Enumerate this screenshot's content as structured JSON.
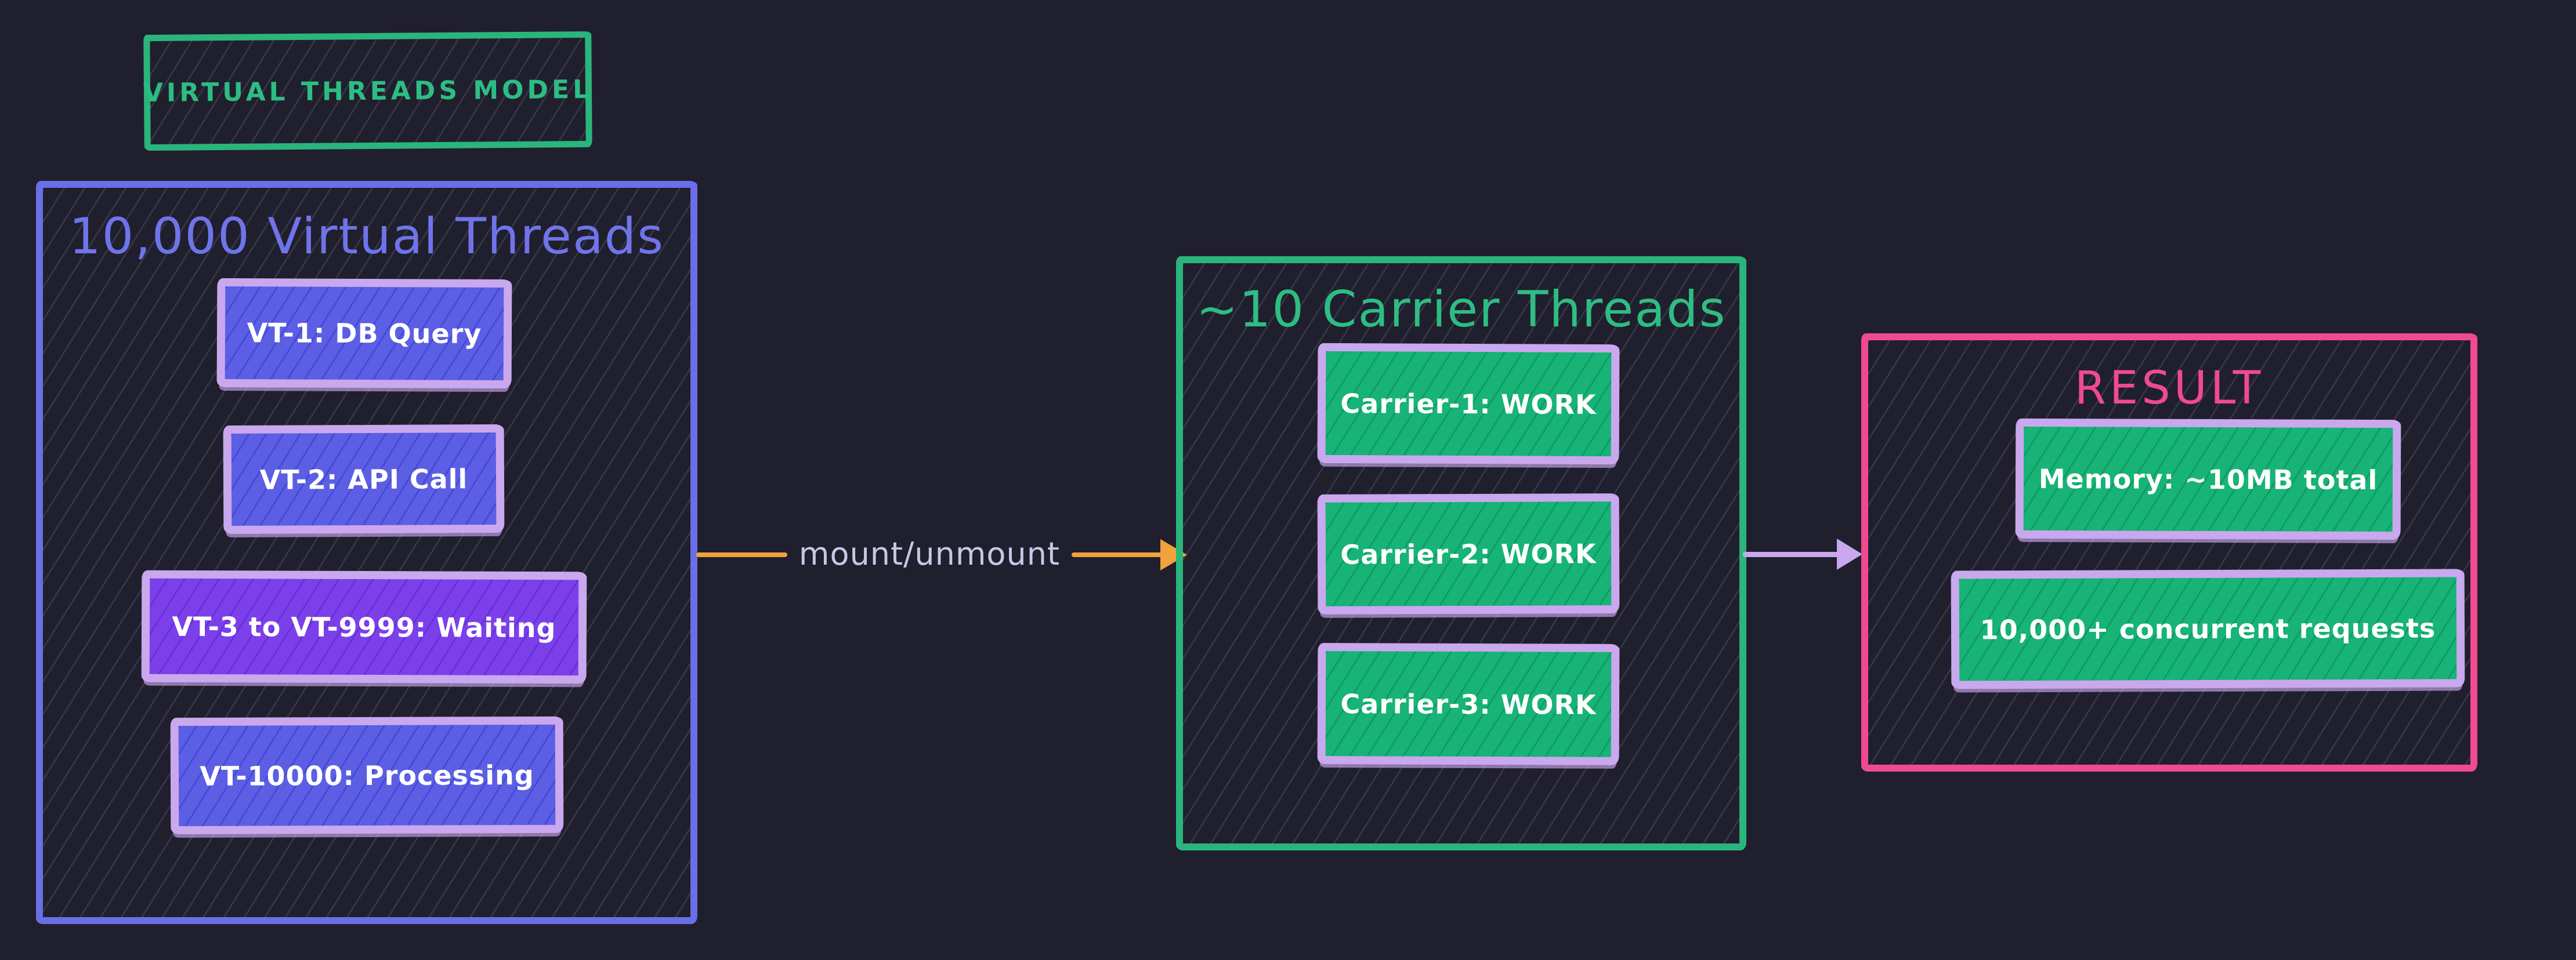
{
  "palette": {
    "background": "#201f2d",
    "green": "#2ab57c",
    "green_fill": "#17b377",
    "indigo": "#6a6ee8",
    "indigo_fill": "#5c5fe3",
    "violet_fill": "#7b40ea",
    "lavender": "#c9a8ee",
    "pink": "#f04a90",
    "orange": "#f0a33a",
    "chip_text": "#ffffff",
    "arrow_label_text": "#c3c9e6",
    "hatch_line": "#a5acca"
  },
  "title_box": {
    "label": "VIRTUAL THREADS MODEL"
  },
  "virtual_box": {
    "title": "10,000 Virtual Threads",
    "items": [
      {
        "label": "VT-1: DB Query"
      },
      {
        "label": "VT-2: API Call"
      },
      {
        "label": "VT-3 to VT-9999: Waiting"
      },
      {
        "label": "VT-10000: Processing"
      }
    ]
  },
  "mount_arrow": {
    "label": "mount/unmount"
  },
  "carrier_box": {
    "title": "~10 Carrier Threads",
    "items": [
      {
        "label": "Carrier-1: WORK"
      },
      {
        "label": "Carrier-2: WORK"
      },
      {
        "label": "Carrier-3: WORK"
      }
    ]
  },
  "result_box": {
    "title": "RESULT",
    "items": [
      {
        "label": "Memory: ~10MB total"
      },
      {
        "label": "10,000+ concurrent requests"
      }
    ]
  }
}
